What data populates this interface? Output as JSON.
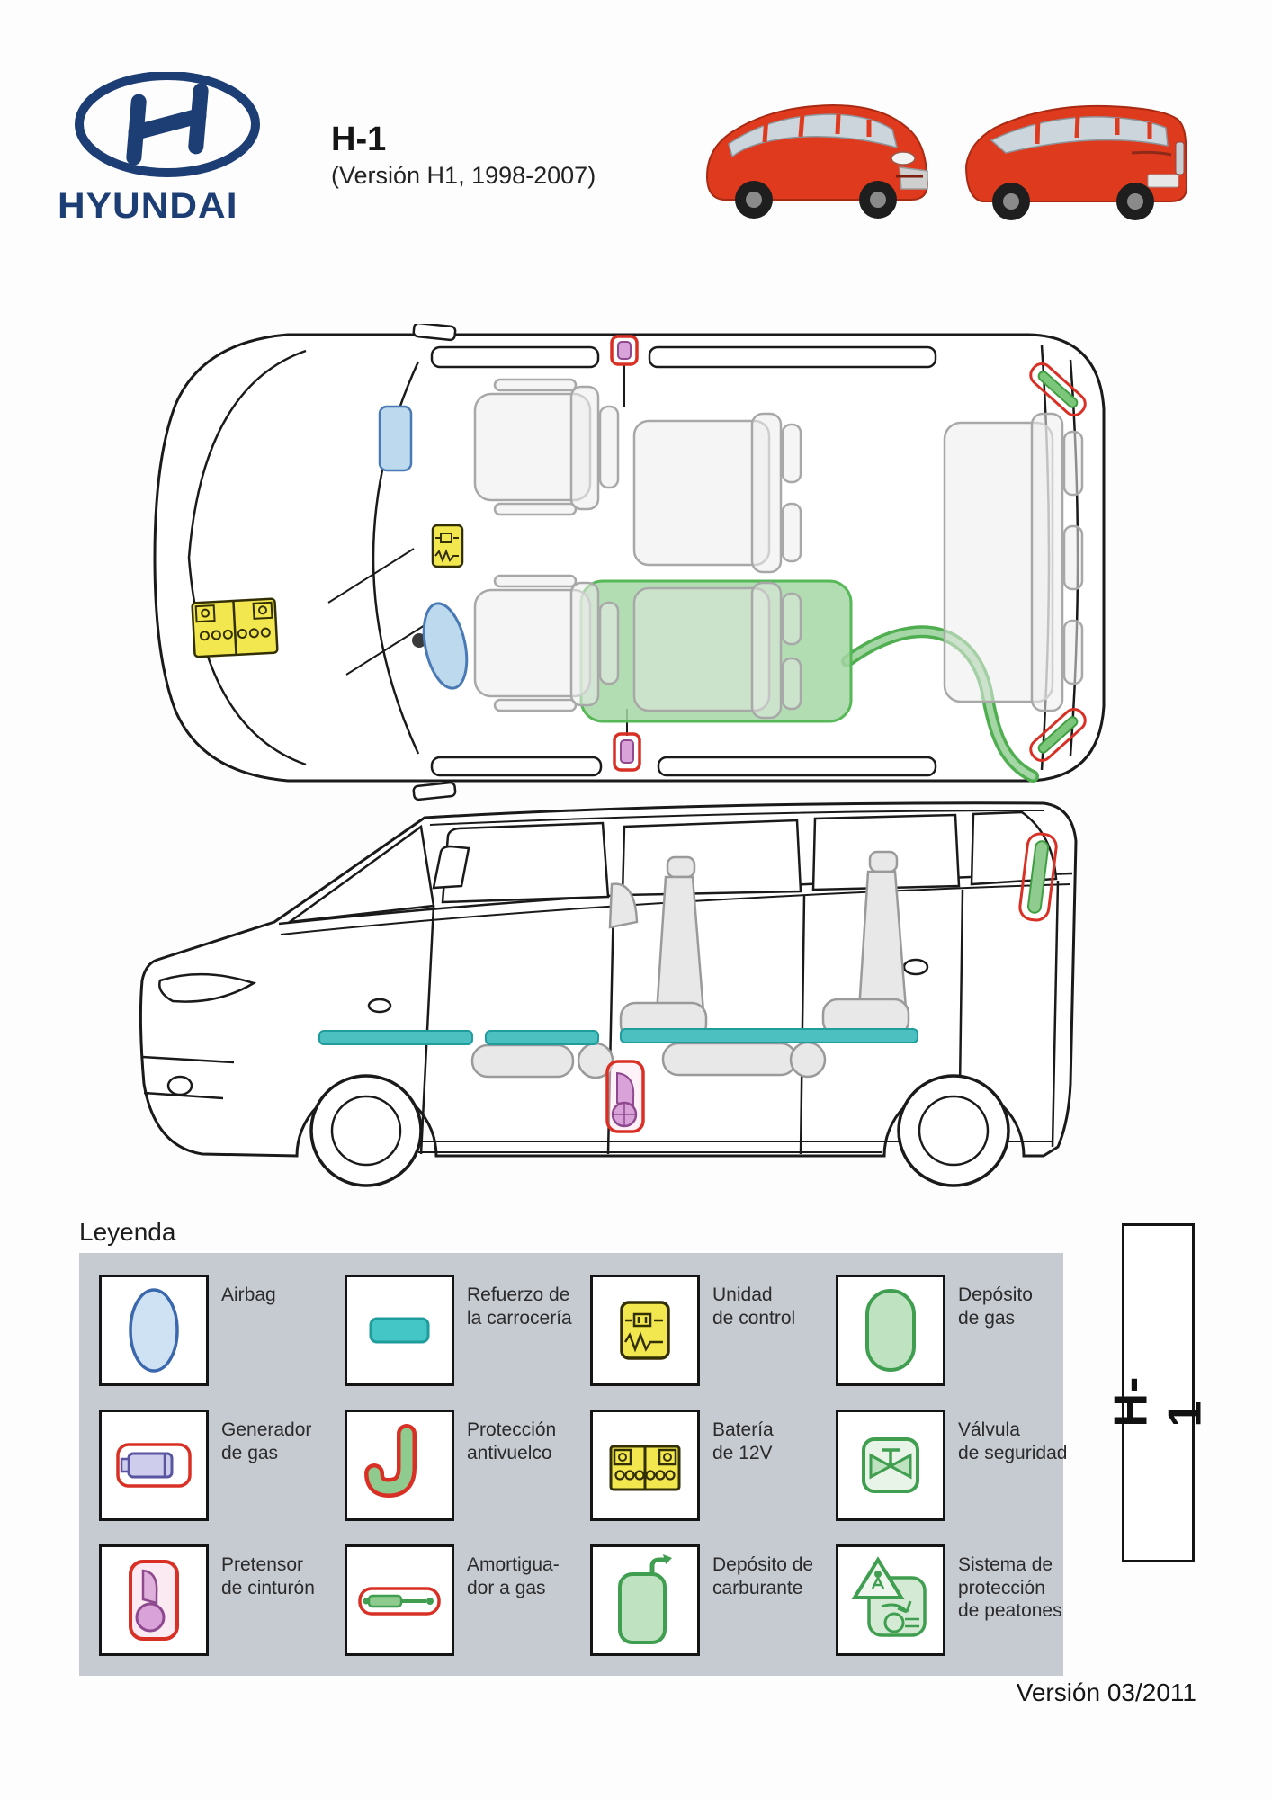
{
  "header": {
    "brand": "HYUNDAI",
    "model": "H-1",
    "subtitle": "(Versión H1, 1998-2007)",
    "photos": [
      "van-front-three-quarter-photo",
      "van-rear-three-quarter-photo"
    ]
  },
  "diagrams": {
    "top_view": "vehicle-top-view-rescue-diagram",
    "side_view": "vehicle-side-view-rescue-diagram"
  },
  "legend": {
    "title": "Leyenda",
    "items": [
      {
        "label": "Airbag",
        "icon": "airbag-icon"
      },
      {
        "label": "Refuerzo de\nla carrocería",
        "icon": "body-reinforcement-icon"
      },
      {
        "label": "Unidad\nde control",
        "icon": "control-unit-icon"
      },
      {
        "label": "Depósito\nde gas",
        "icon": "gas-tank-icon"
      },
      {
        "label": "Generador\nde gas",
        "icon": "gas-generator-icon"
      },
      {
        "label": "Protección\nantivuelco",
        "icon": "rollover-protection-icon"
      },
      {
        "label": "Batería\nde 12V",
        "icon": "battery-12v-icon"
      },
      {
        "label": "Válvula\nde seguridad",
        "icon": "safety-valve-icon"
      },
      {
        "label": "Pretensor\nde cinturón",
        "icon": "belt-pretensioner-icon"
      },
      {
        "label": "Amortigua-\ndor a gas",
        "icon": "gas-strut-icon"
      },
      {
        "label": "Depósito de\ncarburante",
        "icon": "fuel-tank-icon"
      },
      {
        "label": "Sistema de\nprotección\nde peatones",
        "icon": "pedestrian-protection-icon"
      }
    ]
  },
  "side_tab": {
    "label": "H-1"
  },
  "footer": {
    "version": "Versión 03/2011"
  },
  "colors": {
    "hyundai_blue": "#1d3e75",
    "marker_red": "#d93025",
    "marker_green": "#57b857",
    "marker_teal": "#3cb8b8",
    "marker_yellow": "#f2e74e",
    "marker_lightblue": "#bcd9ee",
    "marker_pink": "#d9a3d9",
    "legend_background": "#c6cbd2",
    "van_photo_red": "#e03a1e"
  }
}
